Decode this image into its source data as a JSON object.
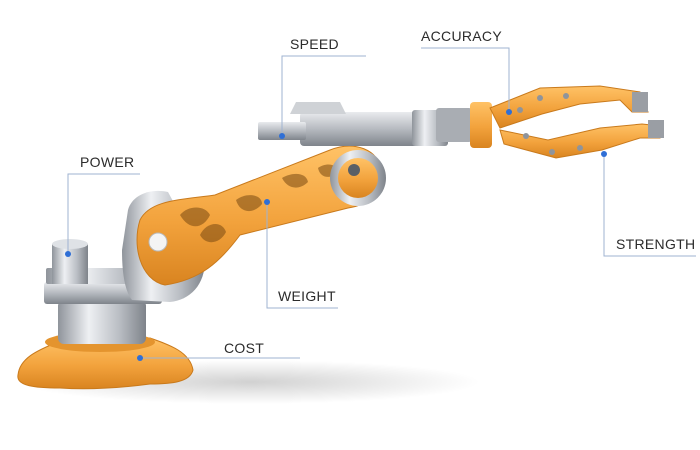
{
  "labels": {
    "speed": "SPEED",
    "accuracy": "ACCURACY",
    "power": "POWER",
    "weight": "WEIGHT",
    "cost": "COST",
    "strength": "STRENGTH"
  },
  "colors": {
    "orange": "#f2a23c",
    "orange_dark": "#d98420",
    "steel": "#c9ccd1",
    "steel_dark": "#8f949b",
    "callout_line": "#9fb3d1",
    "callout_dot": "#2f6fd6",
    "text": "#2b2b2b"
  }
}
